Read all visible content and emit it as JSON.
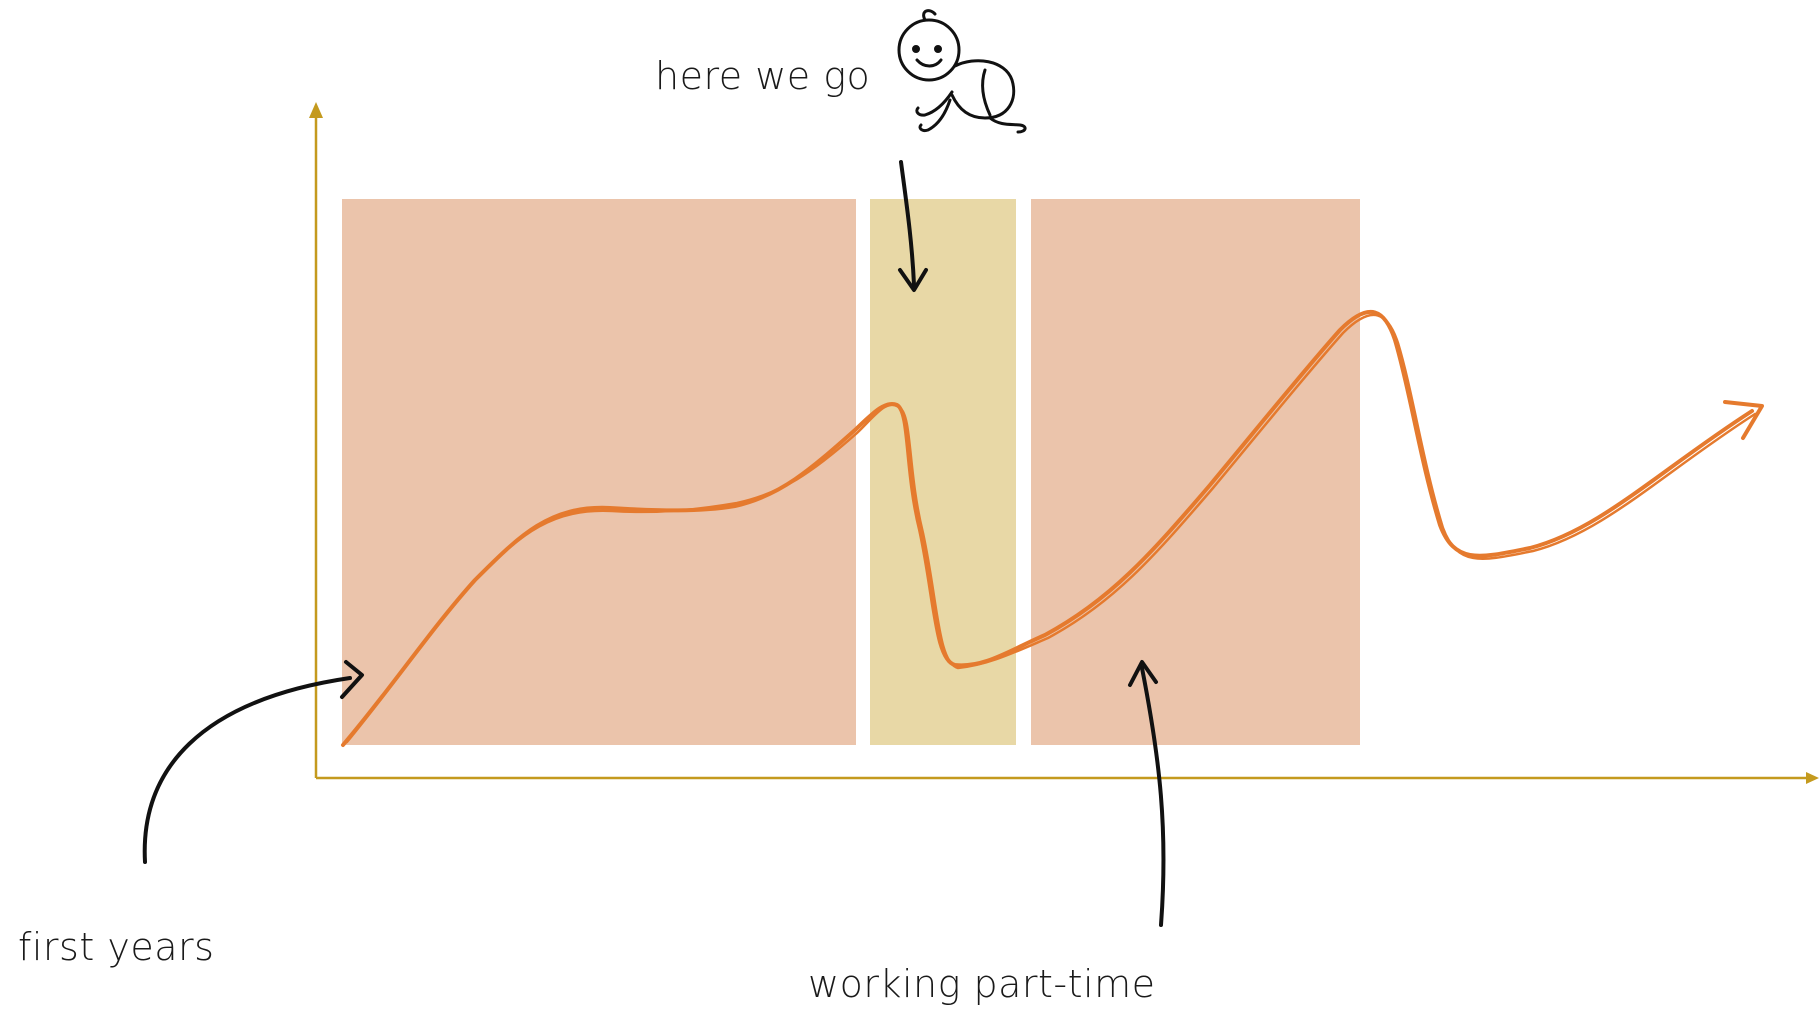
{
  "labels": {
    "here_we_go": "here we go",
    "first_years": "first years",
    "working_part_time": "working part-time"
  },
  "colors": {
    "axis": "#c49a1e",
    "phase_block": "#ebc4ab",
    "highlight_block": "#e8d8a6",
    "curve": "#e57a2e",
    "ink": "#111111"
  },
  "icons": {
    "baby": "crawling-baby-sketch-icon"
  }
}
